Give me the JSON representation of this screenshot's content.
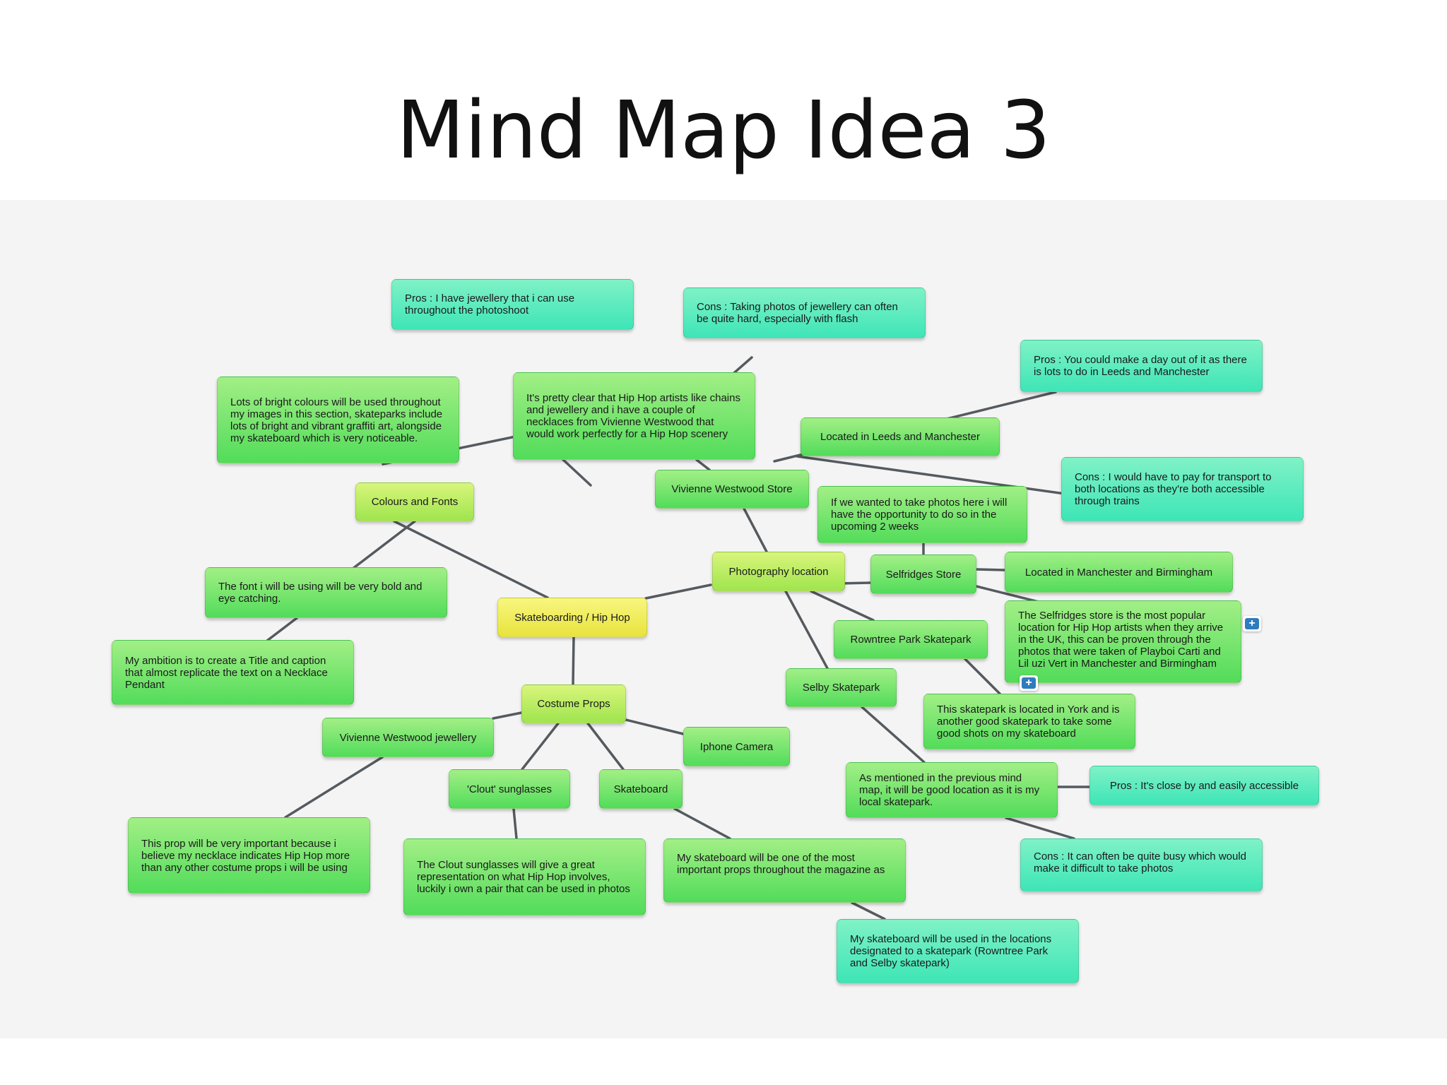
{
  "title": "Mind Map Idea 3",
  "nodes": {
    "skateboarding": "Skateboarding / Hip Hop",
    "colours_fonts": "Colours and Fonts",
    "bright_colours": "Lots of bright colours will be used throughout my images in this section, skateparks include lots of bright and vibrant graffiti art, alongside my skateboard which is very noticeable.",
    "font_bold": "The font i will be using will be very bold and eye catching.",
    "ambition": "My ambition is to create a Title and caption that almost replicate the text on a Necklace Pendant",
    "pros_jewellery": "Pros : I have jewellery that i can use throughout the photoshoot",
    "cons_jewellery": "Cons : Taking photos of jewellery can often be quite hard, especially with flash",
    "hiphop_chains": "It's pretty clear that Hip Hop artists like chains and jewellery and i have a couple of necklaces from Vivienne Westwood that would work perfectly for a Hip Hop scenery",
    "vw_store": "Vivienne Westwood Store",
    "leeds_manchester": "Located in Leeds and Manchester",
    "pros_day_out": "Pros : You could make a day out of it as there is lots to do in Leeds and Manchester",
    "cons_transport": "Cons : I would have to pay for transport to both locations as they're both accessible through trains",
    "photo_location": "Photography location",
    "photos_here": "If we wanted to take photos here i will have the opportunity to do so in the upcoming 2 weeks",
    "selfridges": "Selfridges Store",
    "manchester_birmingham": "Located in Manchester and Birmingham",
    "selfridges_popular": "The Selfridges store is the most popular location for Hip Hop artists when they arrive in the UK, this can be proven through the photos that were taken of Playboi Carti and Lil uzi Vert in Manchester and Birmingham",
    "rowntree": "Rowntree Park Skatepark",
    "selby": "Selby Skatepark",
    "york_skatepark": "This skatepark is located in York and is another good skatepark to take some good shots on my skateboard",
    "local_skatepark": "As mentioned in the previous mind map, it will be good location as it is my local skatepark.",
    "pros_close": "Pros : It's close by and easily accessible",
    "cons_busy": "Cons : It can often be quite busy which would make it difficult to take photos",
    "costume_props": "Costume Props",
    "vw_jewellery": "Vivienne Westwood jewellery",
    "necklace_important": "This prop will be very important because i believe my necklace indicates Hip Hop more than any other costume props i will be using",
    "clout": "'Clout' sunglasses",
    "clout_desc": "The Clout sunglasses will give a great representation on what Hip Hop involves, luckily i own a pair that can be used in photos",
    "skateboard": "Skateboard",
    "skateboard_important": "My skateboard will be one of the most important props throughout the magazine as",
    "skateboard_locations": "My skateboard will be used in the locations designated to a skatepark (Rowntree Park and Selby skatepark)",
    "iphone": "Iphone Camera"
  },
  "colors": {
    "center": "#f0ec5a",
    "topic": "#b9ed62",
    "green": "#6fe56a",
    "teal": "#54eac0",
    "line": "#555a5f"
  },
  "icons": [
    "plus-icon",
    "plus-icon"
  ]
}
